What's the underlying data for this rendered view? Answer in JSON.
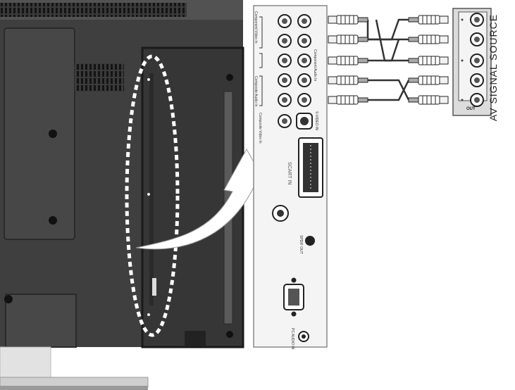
{
  "source_panel": {
    "title": "AV SIGNAL SOURCE",
    "out_label": "OUT"
  },
  "tv_panel": {
    "scart_label": "SCART IN",
    "jack_labels": [
      "Component Video In",
      "Component Audio In",
      "Composite Audio In",
      "Composite Video In",
      "S-VIDEO IN",
      "SPDIF OUT",
      "PC AUDIO IN"
    ]
  },
  "colors": {
    "tv_body": "#4a4a4a",
    "tv_dark": "#2e2e2e",
    "panel_bg": "#f4f4f4",
    "cable": "#333333",
    "highlight": "#ffffff"
  }
}
